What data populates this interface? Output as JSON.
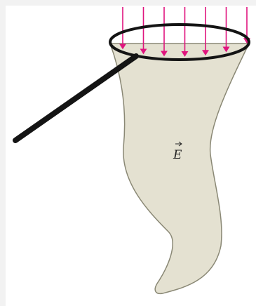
{
  "figure": {
    "field_label": "E",
    "field_vector_symbol": "arrow-over",
    "field_line_count": 7,
    "colors": {
      "background": "#f2f2f2",
      "panel": "#ffffff",
      "net_fill": "#e4e1d1",
      "net_outline": "#8a8875",
      "rim": "#141414",
      "handle": "#141414",
      "field_lines": "#e0147e",
      "label": "#222222"
    }
  }
}
